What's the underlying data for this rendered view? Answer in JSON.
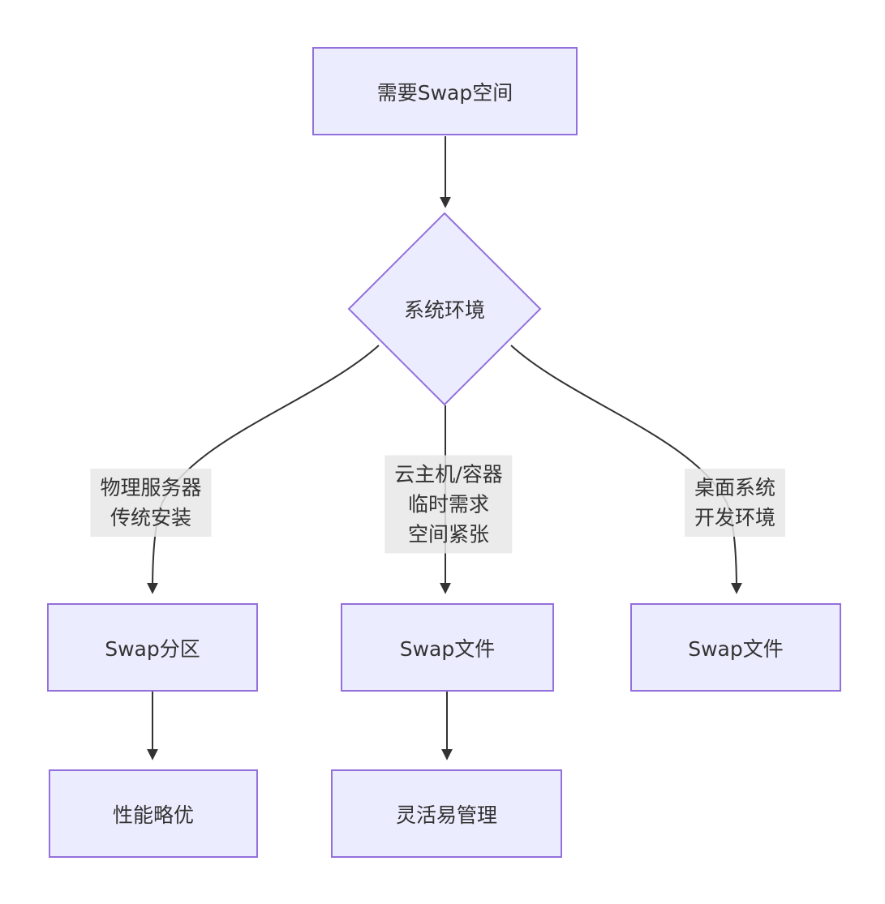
{
  "diagram": {
    "title": "Swap space decision flowchart",
    "nodes": {
      "start": {
        "label": "需要Swap空间",
        "shape": "rect"
      },
      "decision": {
        "label": "系统环境",
        "shape": "diamond"
      },
      "swap_partition": {
        "label": "Swap分区",
        "shape": "rect"
      },
      "swap_file_middle": {
        "label": "Swap文件",
        "shape": "rect"
      },
      "swap_file_right": {
        "label": "Swap文件",
        "shape": "rect"
      },
      "performance": {
        "label": "性能略优",
        "shape": "rect"
      },
      "flexible": {
        "label": "灵活易管理",
        "shape": "rect"
      }
    },
    "edge_labels": {
      "left": {
        "lines": [
          "物理服务器",
          "传统安装"
        ]
      },
      "middle": {
        "lines": [
          "云主机/容器",
          "临时需求",
          "空间紧张"
        ]
      },
      "right": {
        "lines": [
          "桌面系统",
          "开发环境"
        ]
      }
    },
    "colors": {
      "node_fill": "#ECECFF",
      "node_border": "#9370DB",
      "edge_stroke": "#333333",
      "edge_label_bg": "#E8E8E8",
      "text": "#333333",
      "background": "#FFFFFF"
    }
  }
}
